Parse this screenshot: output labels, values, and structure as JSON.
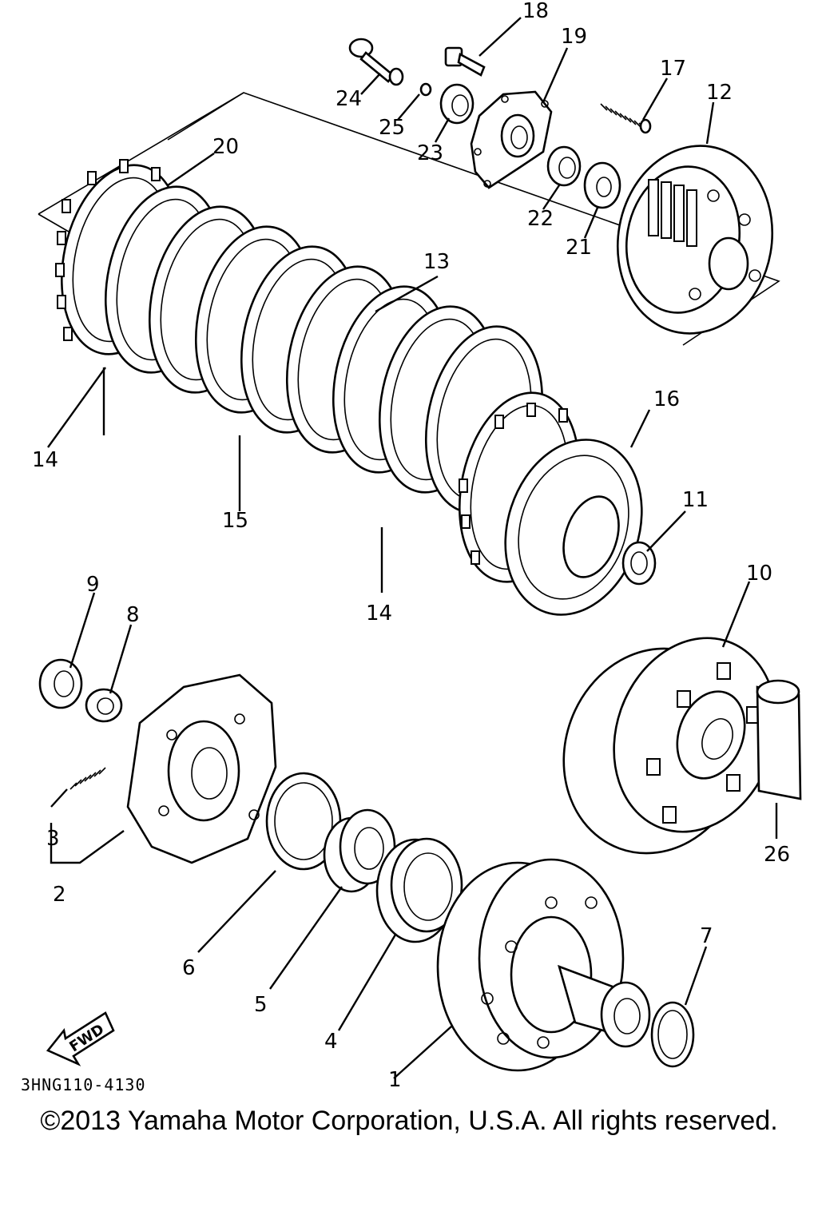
{
  "drawing_code": "3HNG110-4130",
  "copyright": "©2013 Yamaha Motor Corporation, U.S.A. All rights reserved.",
  "fwd_label": "FWD",
  "callouts": {
    "c1": "1",
    "c2": "2",
    "c3": "3",
    "c4": "4",
    "c5": "5",
    "c6": "6",
    "c7": "7",
    "c8": "8",
    "c9": "9",
    "c10": "10",
    "c11": "11",
    "c12": "12",
    "c13": "13",
    "c14a": "14",
    "c14b": "14",
    "c15": "15",
    "c16": "16",
    "c17": "17",
    "c18": "18",
    "c19": "19",
    "c20": "20",
    "c21": "21",
    "c22": "22",
    "c23": "23",
    "c24": "24",
    "c25": "25",
    "c26": "26"
  }
}
